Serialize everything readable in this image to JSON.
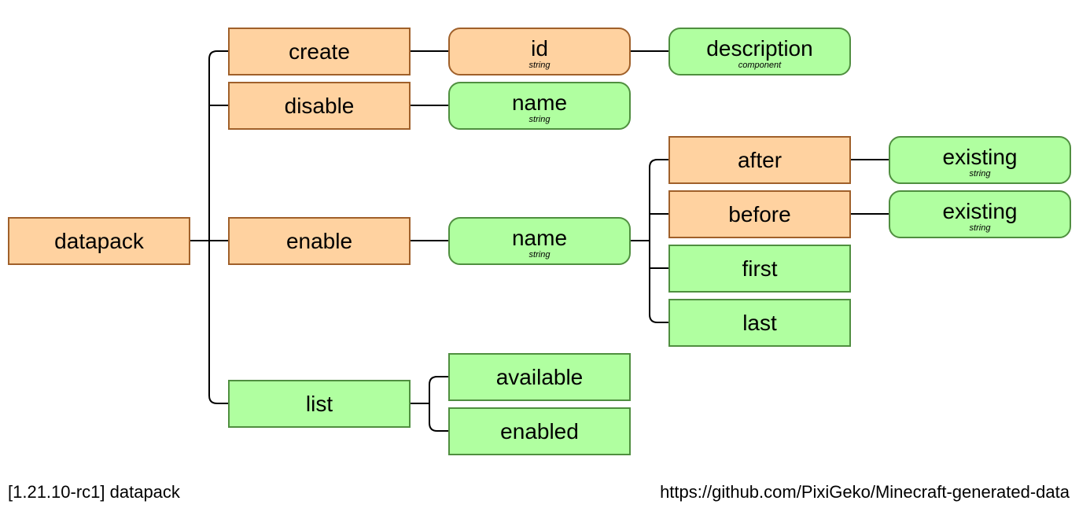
{
  "tree": {
    "root": {
      "name": "datapack",
      "kind": "literal"
    },
    "create": {
      "name": "create",
      "kind": "literal"
    },
    "create_id": {
      "name": "id",
      "type": "string",
      "kind": "argument"
    },
    "create_description": {
      "name": "description",
      "type": "component",
      "kind": "argument"
    },
    "disable": {
      "name": "disable",
      "kind": "literal"
    },
    "disable_name": {
      "name": "name",
      "type": "string",
      "kind": "argument"
    },
    "enable": {
      "name": "enable",
      "kind": "literal"
    },
    "enable_name": {
      "name": "name",
      "type": "string",
      "kind": "argument"
    },
    "enable_after": {
      "name": "after",
      "kind": "literal"
    },
    "enable_after_existing": {
      "name": "existing",
      "type": "string",
      "kind": "argument"
    },
    "enable_before": {
      "name": "before",
      "kind": "literal"
    },
    "enable_before_existing": {
      "name": "existing",
      "type": "string",
      "kind": "argument"
    },
    "enable_first": {
      "name": "first",
      "kind": "literal"
    },
    "enable_last": {
      "name": "last",
      "kind": "literal"
    },
    "list": {
      "name": "list",
      "kind": "literal"
    },
    "list_available": {
      "name": "available",
      "kind": "literal"
    },
    "list_enabled": {
      "name": "enabled",
      "kind": "literal"
    }
  },
  "footer": {
    "version_label": "[1.21.10-rc1] datapack",
    "source_url": "https://github.com/PixiGeko/Minecraft-generated-data"
  },
  "colors": {
    "has_children_fill": "#ffd2a0",
    "has_children_border": "#a0602a",
    "leaf_fill": "#b0ffa0",
    "leaf_border": "#4f8f3f",
    "connector": "#000000"
  }
}
